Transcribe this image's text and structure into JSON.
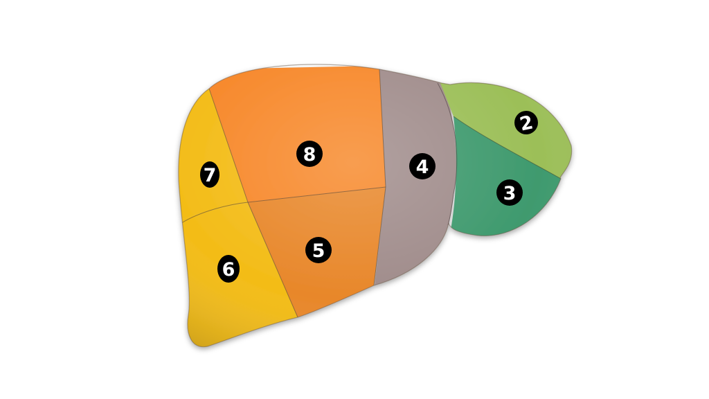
{
  "segments": [
    {
      "id": "2",
      "label": "2",
      "color": "#9cbf58"
    },
    {
      "id": "3",
      "label": "3",
      "color": "#3f9a6e"
    },
    {
      "id": "4",
      "label": "4",
      "color": "#a08c8b"
    },
    {
      "id": "5",
      "label": "5",
      "color": "#e8872a"
    },
    {
      "id": "6",
      "label": "6",
      "color": "#f3bc17"
    },
    {
      "id": "7",
      "label": "7",
      "color": "#f3bc17"
    },
    {
      "id": "8",
      "label": "8",
      "color": "#f7882a"
    }
  ]
}
